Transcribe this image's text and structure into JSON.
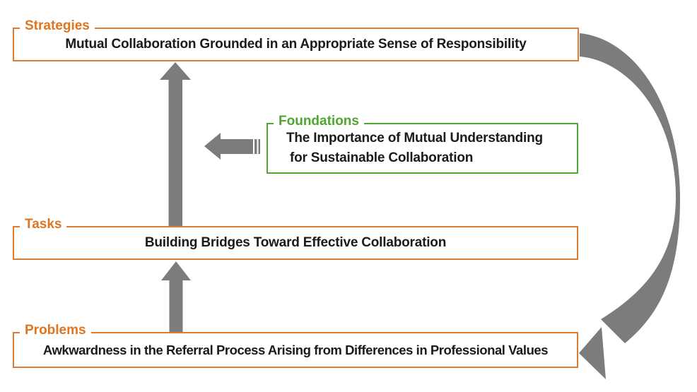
{
  "colors": {
    "orange_border": "#e07b2f",
    "orange_label": "#e0751f",
    "green_border": "#4fa733",
    "green_label": "#4ea72e",
    "arrow_gray": "#7c7c7c",
    "text": "#1b1b1b",
    "background": "#ffffff"
  },
  "sections": {
    "strategies": {
      "label": "Strategies",
      "text": "Mutual Collaboration Grounded in an Appropriate Sense of Responsibility"
    },
    "foundations": {
      "label": "Foundations",
      "line1": "The Importance of Mutual Understanding",
      "line2": "for Sustainable Collaboration"
    },
    "tasks": {
      "label": "Tasks",
      "text": "Building Bridges Toward Effective Collaboration"
    },
    "problems": {
      "label": "Problems",
      "text": "Awkwardness in the Referral Process Arising from Differences in Professional Values"
    }
  },
  "arrows": {
    "up_problems_to_tasks": "up-arrow",
    "up_tasks_to_strategies": "up-arrow",
    "left_foundations_to_flow": "left-arrow-ribbed-tail",
    "curve_strategies_to_problems": "curved-taper-arrow"
  }
}
